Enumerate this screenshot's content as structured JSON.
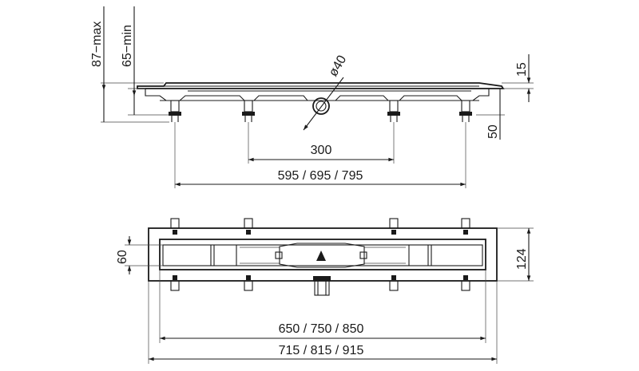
{
  "dimensions": {
    "height_max": "87−max",
    "height_min": "65−min",
    "outlet_diameter": "ø40",
    "flange_height": "15",
    "leg_height": "50",
    "inner_spacing": "300",
    "outer_spacing": "595 / 695 / 795",
    "grate_width": "60",
    "total_width": "124",
    "channel_length": "650 / 750 / 850",
    "total_length": "715 / 815 / 915"
  }
}
